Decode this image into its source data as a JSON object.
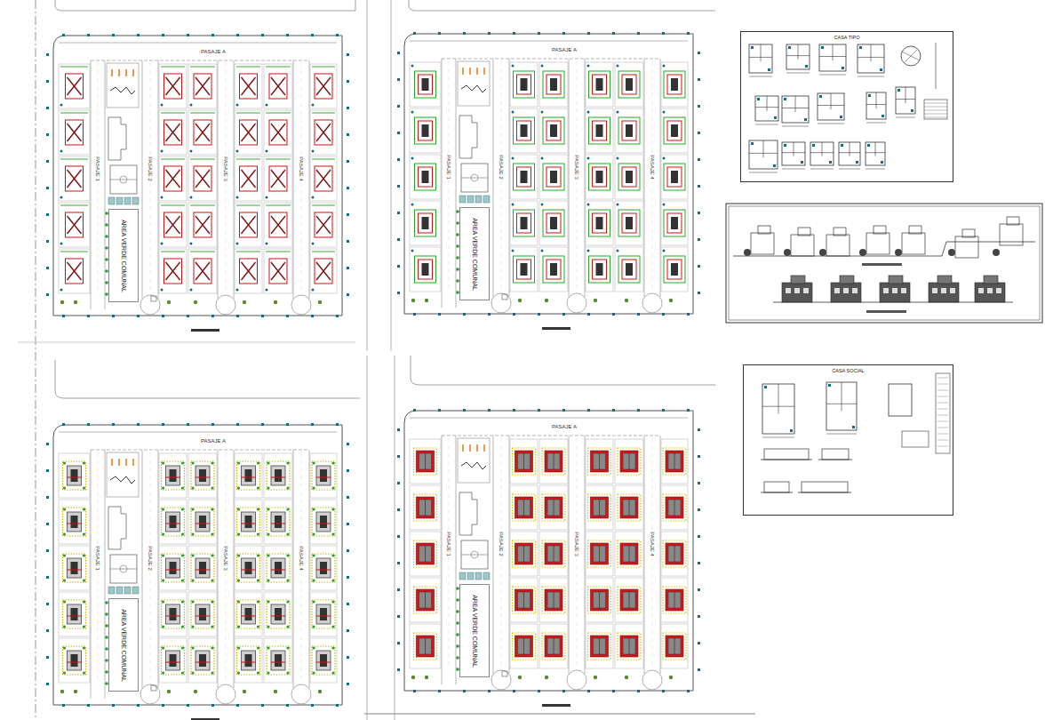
{
  "diagram": {
    "nodes": [
      {
        "text": [
          "AREA VERDE COMUNAL"
        ]
      },
      {
        "text": [
          "AREA VERDE COMUNAL"
        ]
      },
      {
        "text": [
          "CASA TIPO"
        ]
      },
      {
        "text": [
          "CASA SOCIAL"
        ]
      },
      {
        "text": [
          "AREA VERDE COMUNAL"
        ]
      },
      {
        "text": [
          "AREA VERDE COMUNAL"
        ]
      }
    ],
    "labels": [
      "PASAJE A",
      "PASAJE 1",
      "PASAJE 2",
      "PASAJE 3",
      "PASAJE 4",
      "PASAJE A",
      "PASAJE 1",
      "PASAJE 2",
      "PASAJE 3",
      "PASAJE 4",
      "PASAJE A",
      "PASAJE 1",
      "PASAJE 2",
      "PASAJE 3",
      "PASAJE 4",
      "PASAJE A",
      "PASAJE 1",
      "PASAJE 2",
      "PASAJE 3",
      "PASAJE 4"
    ]
  }
}
